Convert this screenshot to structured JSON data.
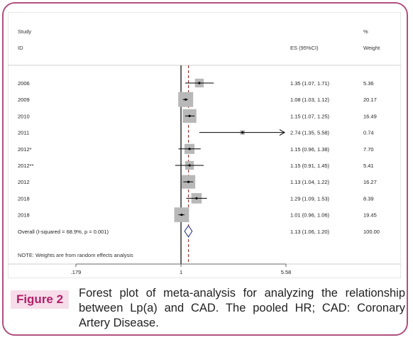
{
  "figure": {
    "label": "Figure 2",
    "caption": "Forest plot of meta-analysis for analyzing the relationship between Lp(a) and CAD. The pooled HR; CAD: Coronary Artery Disease."
  },
  "chart_data": {
    "type": "forest",
    "columns": {
      "study": "Study",
      "id": "ID",
      "es": "ES (95%CI)",
      "pct": "%",
      "weight": "Weight"
    },
    "studies": [
      {
        "id": "2006",
        "es": 1.35,
        "lo": 1.07,
        "hi": 1.71,
        "ci_text": "1.35 (1.07, 1.71)",
        "weight": 5.36,
        "weight_text": "5.36"
      },
      {
        "id": "2009",
        "es": 1.08,
        "lo": 1.03,
        "hi": 1.12,
        "ci_text": "1.08 (1.03, 1.12)",
        "weight": 20.17,
        "weight_text": "20.17"
      },
      {
        "id": "2010",
        "es": 1.15,
        "lo": 1.07,
        "hi": 1.25,
        "ci_text": "1.15 (1.07, 1.25)",
        "weight": 16.49,
        "weight_text": "16.49"
      },
      {
        "id": "2011",
        "es": 2.74,
        "lo": 1.35,
        "hi": 5.58,
        "ci_text": "2.74 (1.35, 5.58)",
        "weight": 0.74,
        "weight_text": "0.74",
        "arrow": true
      },
      {
        "id": "2012*",
        "es": 1.15,
        "lo": 0.96,
        "hi": 1.38,
        "ci_text": "1.15 (0.96, 1.38)",
        "weight": 7.7,
        "weight_text": "7.70"
      },
      {
        "id": "2012**",
        "es": 1.15,
        "lo": 0.91,
        "hi": 1.45,
        "ci_text": "1.15 (0.91, 1.45)",
        "weight": 5.41,
        "weight_text": "5.41"
      },
      {
        "id": "2012",
        "es": 1.13,
        "lo": 1.04,
        "hi": 1.22,
        "ci_text": "1.13 (1.04, 1.22)",
        "weight": 16.27,
        "weight_text": "16.27"
      },
      {
        "id": "2018",
        "es": 1.29,
        "lo": 1.09,
        "hi": 1.53,
        "ci_text": "1.29 (1.09, 1.53)",
        "weight": 8.39,
        "weight_text": "8.39"
      },
      {
        "id": "2018",
        "es": 1.01,
        "lo": 0.96,
        "hi": 1.06,
        "ci_text": "1.01 (0.96, 1.06)",
        "weight": 19.45,
        "weight_text": "19.45"
      }
    ],
    "overall": {
      "label": "Overall  (I-squared = 68.9%, p = 0.001)",
      "es": 1.13,
      "lo": 1.06,
      "hi": 1.2,
      "ci_text": "1.13 (1.06, 1.20)",
      "weight_text": "100.00"
    },
    "note": "NOTE: Weights are from random effects analysis",
    "x_axis": {
      "scale": "log",
      "ticks": [
        0.179,
        1,
        5.58
      ],
      "tick_labels": [
        ".179",
        "1",
        "5.58"
      ],
      "range": [
        0.179,
        5.58
      ]
    },
    "colors": {
      "box": "#b8b8b8",
      "line": "#000000",
      "reference": "#000000",
      "pooled_line": "#a03a3a",
      "diamond": "#2b2b80"
    }
  }
}
